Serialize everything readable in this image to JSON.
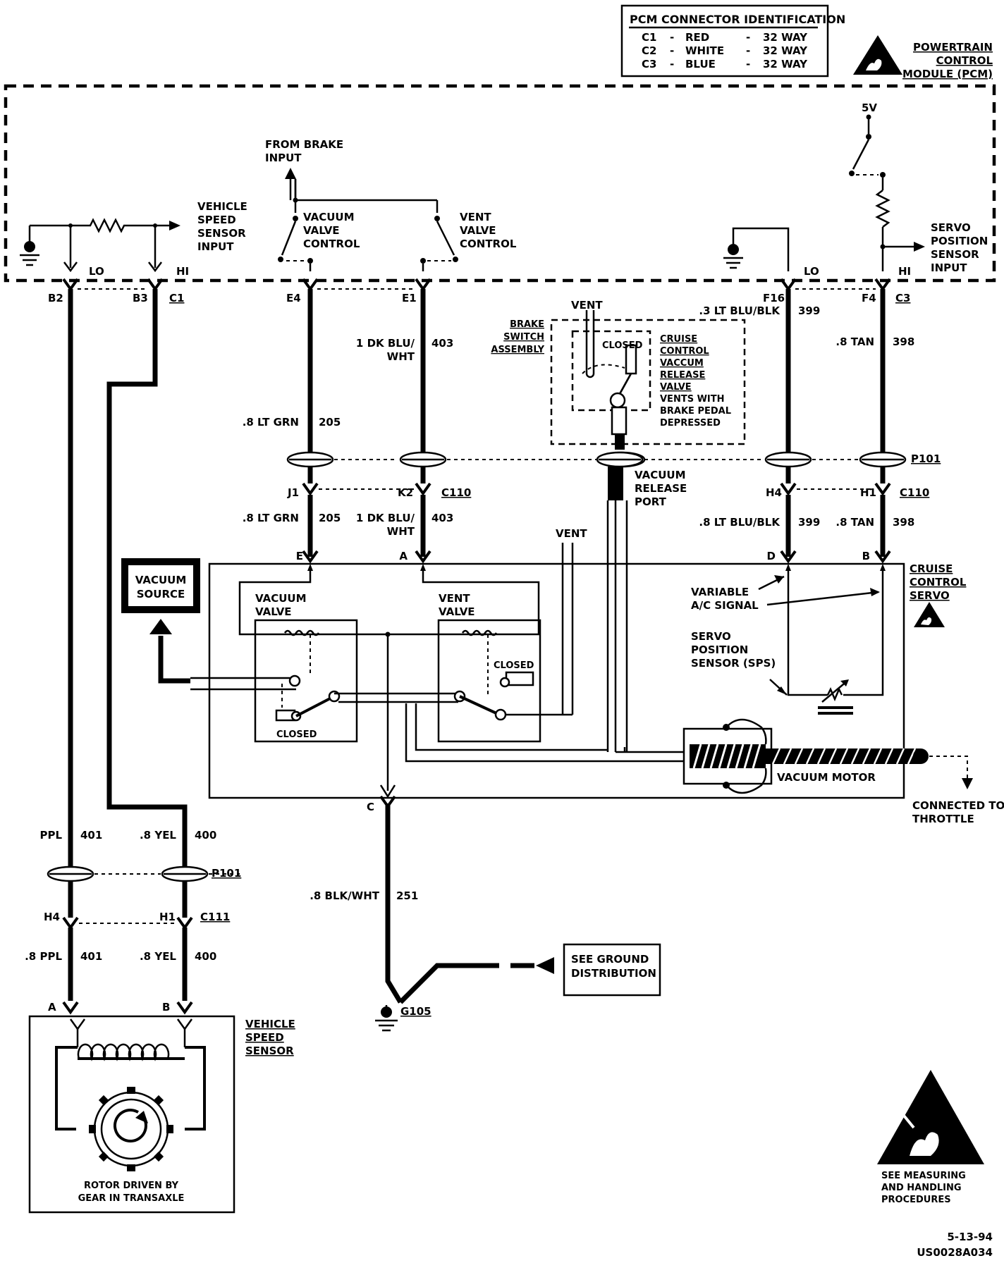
{
  "pcm_table": {
    "title": "PCM CONNECTOR IDENTIFICATION",
    "rows": [
      {
        "id": "C1",
        "dash": "-",
        "color": "RED",
        "dash2": "-",
        "ways": "32 WAY"
      },
      {
        "id": "C2",
        "dash": "-",
        "color": "WHITE",
        "dash2": "-",
        "ways": "32 WAY"
      },
      {
        "id": "C3",
        "dash": "-",
        "color": "BLUE",
        "dash2": "-",
        "ways": "32 WAY"
      }
    ]
  },
  "pcm": {
    "title_lines": [
      "POWERTRAIN",
      "CONTROL",
      "MODULE (PCM)"
    ],
    "vss_input_lines": [
      "VEHICLE",
      "SPEED",
      "SENSOR",
      "INPUT"
    ],
    "from_brake_lines": [
      "FROM BRAKE",
      "INPUT"
    ],
    "vacuum_valve_control_lines": [
      "VACUUM",
      "VALVE",
      "CONTROL"
    ],
    "vent_valve_control_lines": [
      "VENT",
      "VALVE",
      "CONTROL"
    ],
    "five_volt": "5V",
    "sps_input_lines": [
      "SERVO",
      "POSITION",
      "SENSOR",
      "INPUT"
    ],
    "lo": "LO",
    "hi": "HI"
  },
  "pins": {
    "b2": "B2",
    "b3": "B3",
    "c1": "C1",
    "e4": "E4",
    "e1": "E1",
    "f16": "F16",
    "f4": "F4",
    "c3": "C3"
  },
  "wires": {
    "w205": {
      "gauge": ".8 LT GRN",
      "circuit": "205",
      "gauge2": ".8 LT GRN",
      "circuit2": "205"
    },
    "w403": {
      "gauge_lines": [
        "1 DK BLU/",
        "WHT"
      ],
      "circuit": "403",
      "gauge2_lines": [
        "1 DK BLU/",
        "WHT"
      ],
      "circuit2": "403"
    },
    "w399": {
      "gauge": ".3 LT BLU/BLK",
      "circuit": "399",
      "gauge2": ".8 LT BLU/BLK",
      "circuit2": "399"
    },
    "w398": {
      "gauge": ".8 TAN",
      "circuit": "398",
      "gauge2": ".8 TAN",
      "circuit2": "398"
    },
    "w401": {
      "gauge": "PPL",
      "circuit": "401",
      "gauge2": ".8 PPL",
      "circuit2": "401"
    },
    "w400": {
      "gauge": ".8 YEL",
      "circuit": "400",
      "gauge2": ".8 YEL",
      "circuit2": "400"
    },
    "w251": {
      "gauge": ".8 BLK/WHT",
      "circuit": "251"
    }
  },
  "connectors": {
    "p101": "P101",
    "c110": "C110",
    "c111": "C111",
    "j1": "J1",
    "k2": "K2",
    "h4": "H4",
    "h1": "H1",
    "h4b": "H4",
    "h1b": "H1"
  },
  "brake_switch": {
    "label_lines": [
      "BRAKE",
      "SWITCH",
      "ASSEMBLY"
    ],
    "vent": "VENT",
    "closed": "CLOSED",
    "valve_lines": [
      "CRUISE",
      "CONTROL",
      "VACCUM",
      "RELEASE",
      "VALVE"
    ],
    "desc_lines": [
      "VENTS WITH",
      "BRAKE PEDAL",
      "DEPRESSED"
    ],
    "port_lines": [
      "VACUUM",
      "RELEASE",
      "PORT"
    ]
  },
  "servo": {
    "label_lines": [
      "CRUISE",
      "CONTROL",
      "SERVO"
    ],
    "pin_e": "E",
    "pin_a": "A",
    "pin_d": "D",
    "pin_b": "B",
    "pin_c": "C",
    "vent": "VENT",
    "vacuum_valve_lines": [
      "VACUUM",
      "VALVE"
    ],
    "vent_valve_lines": [
      "VENT",
      "VALVE"
    ],
    "closed": "CLOSED",
    "closed2": "CLOSED",
    "variable_ac_lines": [
      "VARIABLE",
      "A/C SIGNAL"
    ],
    "sps_lines": [
      "SERVO",
      "POSITION",
      "SENSOR (SPS)"
    ],
    "vacuum_motor": "VACUUM MOTOR",
    "throttle_lines": [
      "CONNECTED TO",
      "THROTTLE"
    ]
  },
  "vacuum_source_lines": [
    "VACUUM",
    "SOURCE"
  ],
  "ground": {
    "see_lines": [
      "SEE GROUND",
      "DISTRIBUTION"
    ],
    "g105": "G105"
  },
  "vss": {
    "label_lines": [
      "VEHICLE",
      "SPEED",
      "SENSOR"
    ],
    "pin_a": "A",
    "pin_b": "B",
    "rotor_lines": [
      "ROTOR DRIVEN BY",
      "GEAR IN TRANSAXLE"
    ]
  },
  "esd_note_lines": [
    "SEE MEASURING",
    "AND HANDLING",
    "PROCEDURES"
  ],
  "footer": {
    "date": "5-13-94",
    "code": "US0028A034"
  }
}
